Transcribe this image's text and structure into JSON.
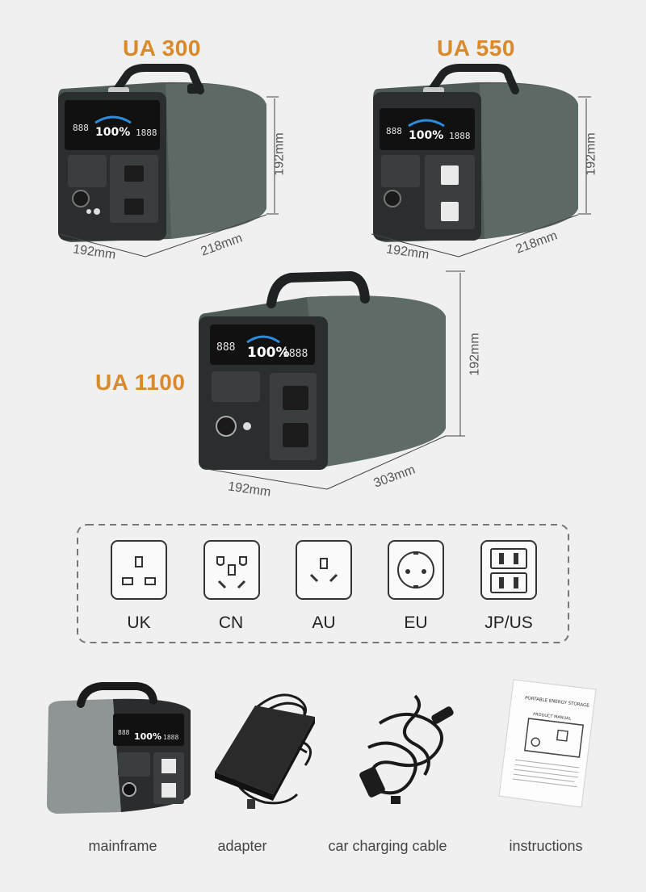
{
  "models": [
    {
      "name": "UA 300",
      "height": "192mm",
      "width": "192mm",
      "depth": "218mm"
    },
    {
      "name": "UA 550",
      "height": "192mm",
      "width": "192mm",
      "depth": "218mm"
    },
    {
      "name": "UA 1100",
      "height": "192mm",
      "width": "192mm",
      "depth": "303mm"
    }
  ],
  "display": {
    "percent": "100%",
    "value": "1888",
    "small": "888"
  },
  "plugs": [
    {
      "label": "UK",
      "icon": "uk-socket-icon"
    },
    {
      "label": "CN",
      "icon": "cn-socket-icon"
    },
    {
      "label": "AU",
      "icon": "au-socket-icon"
    },
    {
      "label": "EU",
      "icon": "eu-socket-icon"
    },
    {
      "label": "JP/US",
      "icon": "jp-us-socket-icon"
    }
  ],
  "accessories": [
    {
      "label": "mainframe",
      "icon": "mainframe-icon"
    },
    {
      "label": "adapter",
      "icon": "adapter-icon"
    },
    {
      "label": "car charging cable",
      "icon": "car-cable-icon"
    },
    {
      "label": "instructions",
      "icon": "manual-icon"
    }
  ],
  "manual": {
    "title": "PORTABLE ENERGY STORAGE",
    "subtitle": "PRODUCT MANUAL"
  },
  "colors": {
    "accent": "#d98a2b",
    "body": "#4e5a55",
    "panel": "#2b2e2f"
  }
}
